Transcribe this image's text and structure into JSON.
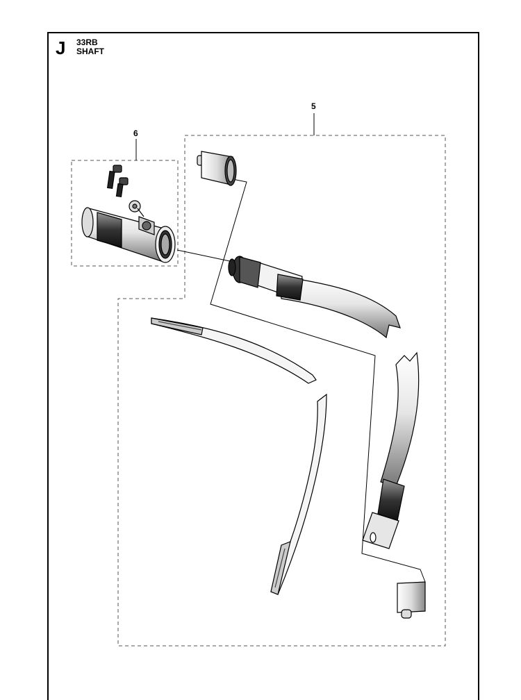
{
  "header": {
    "section_letter": "J",
    "model": "33RB",
    "title": "SHAFT"
  },
  "callouts": [
    {
      "id": "5",
      "label": "5"
    },
    {
      "id": "6",
      "label": "6"
    }
  ]
}
